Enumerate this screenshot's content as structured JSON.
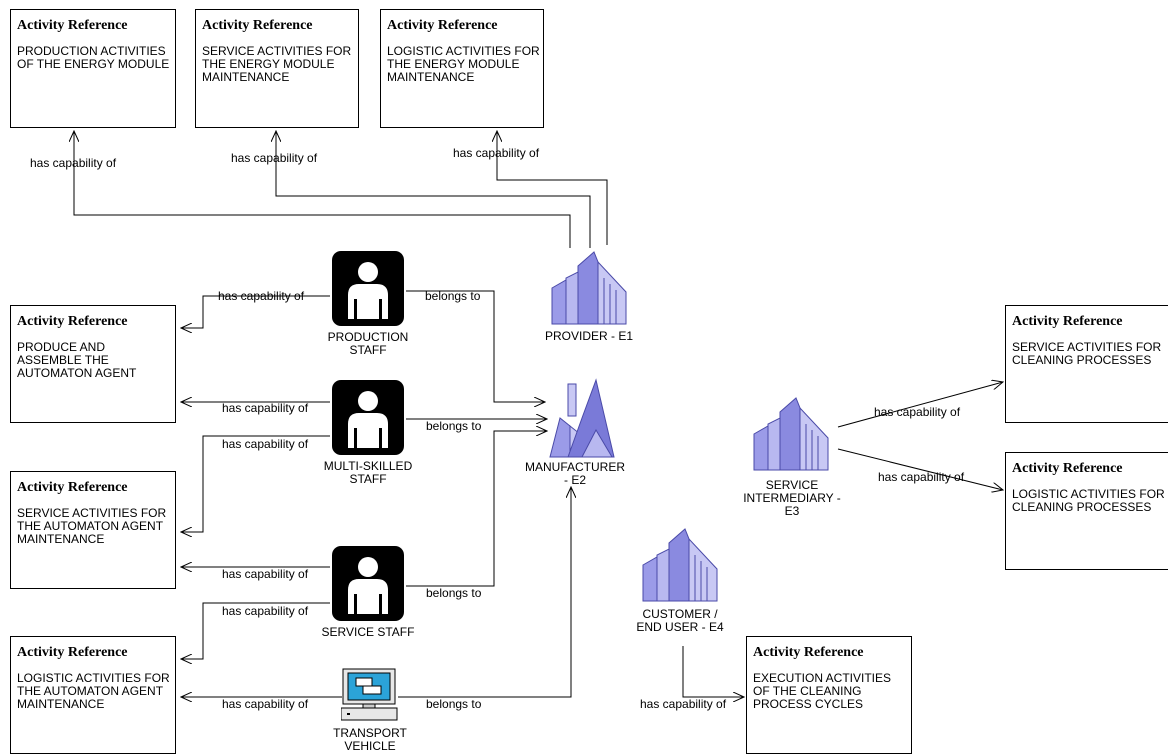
{
  "activities": [
    {
      "title": "Activity Reference",
      "text": "PRODUCTION ACTIVITIES\nOF THE ENERGY MODULE"
    },
    {
      "title": "Activity Reference",
      "text": "SERVICE ACTIVITIES FOR\nTHE ENERGY MODULE\nMAINTENANCE"
    },
    {
      "title": "Activity Reference",
      "text": "LOGISTIC ACTIVITIES FOR\nTHE ENERGY MODULE\nMAINTENANCE"
    },
    {
      "title": "Activity Reference",
      "text": "PRODUCE AND\nASSEMBLE THE\nAUTOMATON AGENT"
    },
    {
      "title": "Activity Reference",
      "text": "SERVICE ACTIVITIES FOR\nTHE AUTOMATON AGENT\nMAINTENANCE"
    },
    {
      "title": "Activity Reference",
      "text": "LOGISTIC ACTIVITIES FOR\nTHE AUTOMATON AGENT\nMAINTENANCE"
    },
    {
      "title": "Activity Reference",
      "text": "SERVICE ACTIVITIES FOR\nCLEANING PROCESSES"
    },
    {
      "title": "Activity Reference",
      "text": "LOGISTIC ACTIVITIES FOR\nCLEANING PROCESSES"
    },
    {
      "title": "Activity Reference",
      "text": "EXECUTION ACTIVITIES\nOF THE CLEANING\nPROCESS CYCLES"
    }
  ],
  "nodes": {
    "production_staff": "PRODUCTION\nSTAFF",
    "multi_skilled_staff": "MULTI-SKILLED\nSTAFF",
    "service_staff": "SERVICE STAFF",
    "transport_vehicle": "TRANSPORT\nVEHICLE",
    "provider": "PROVIDER - E1",
    "manufacturer": "MANUFACTURER\n- E2",
    "service_intermediary": "SERVICE\nINTERMEDIARY -\nE3",
    "customer": "CUSTOMER /\nEND USER - E4"
  },
  "relations": {
    "has_capability_of": "has capability of",
    "belongs_to": "belongs to"
  },
  "colors": {
    "building_fill": "#9b9be8",
    "building_light": "#c8c8f4",
    "building_stroke": "#4a4aa8",
    "person_bg": "#000000",
    "person_fg": "#ffffff"
  }
}
